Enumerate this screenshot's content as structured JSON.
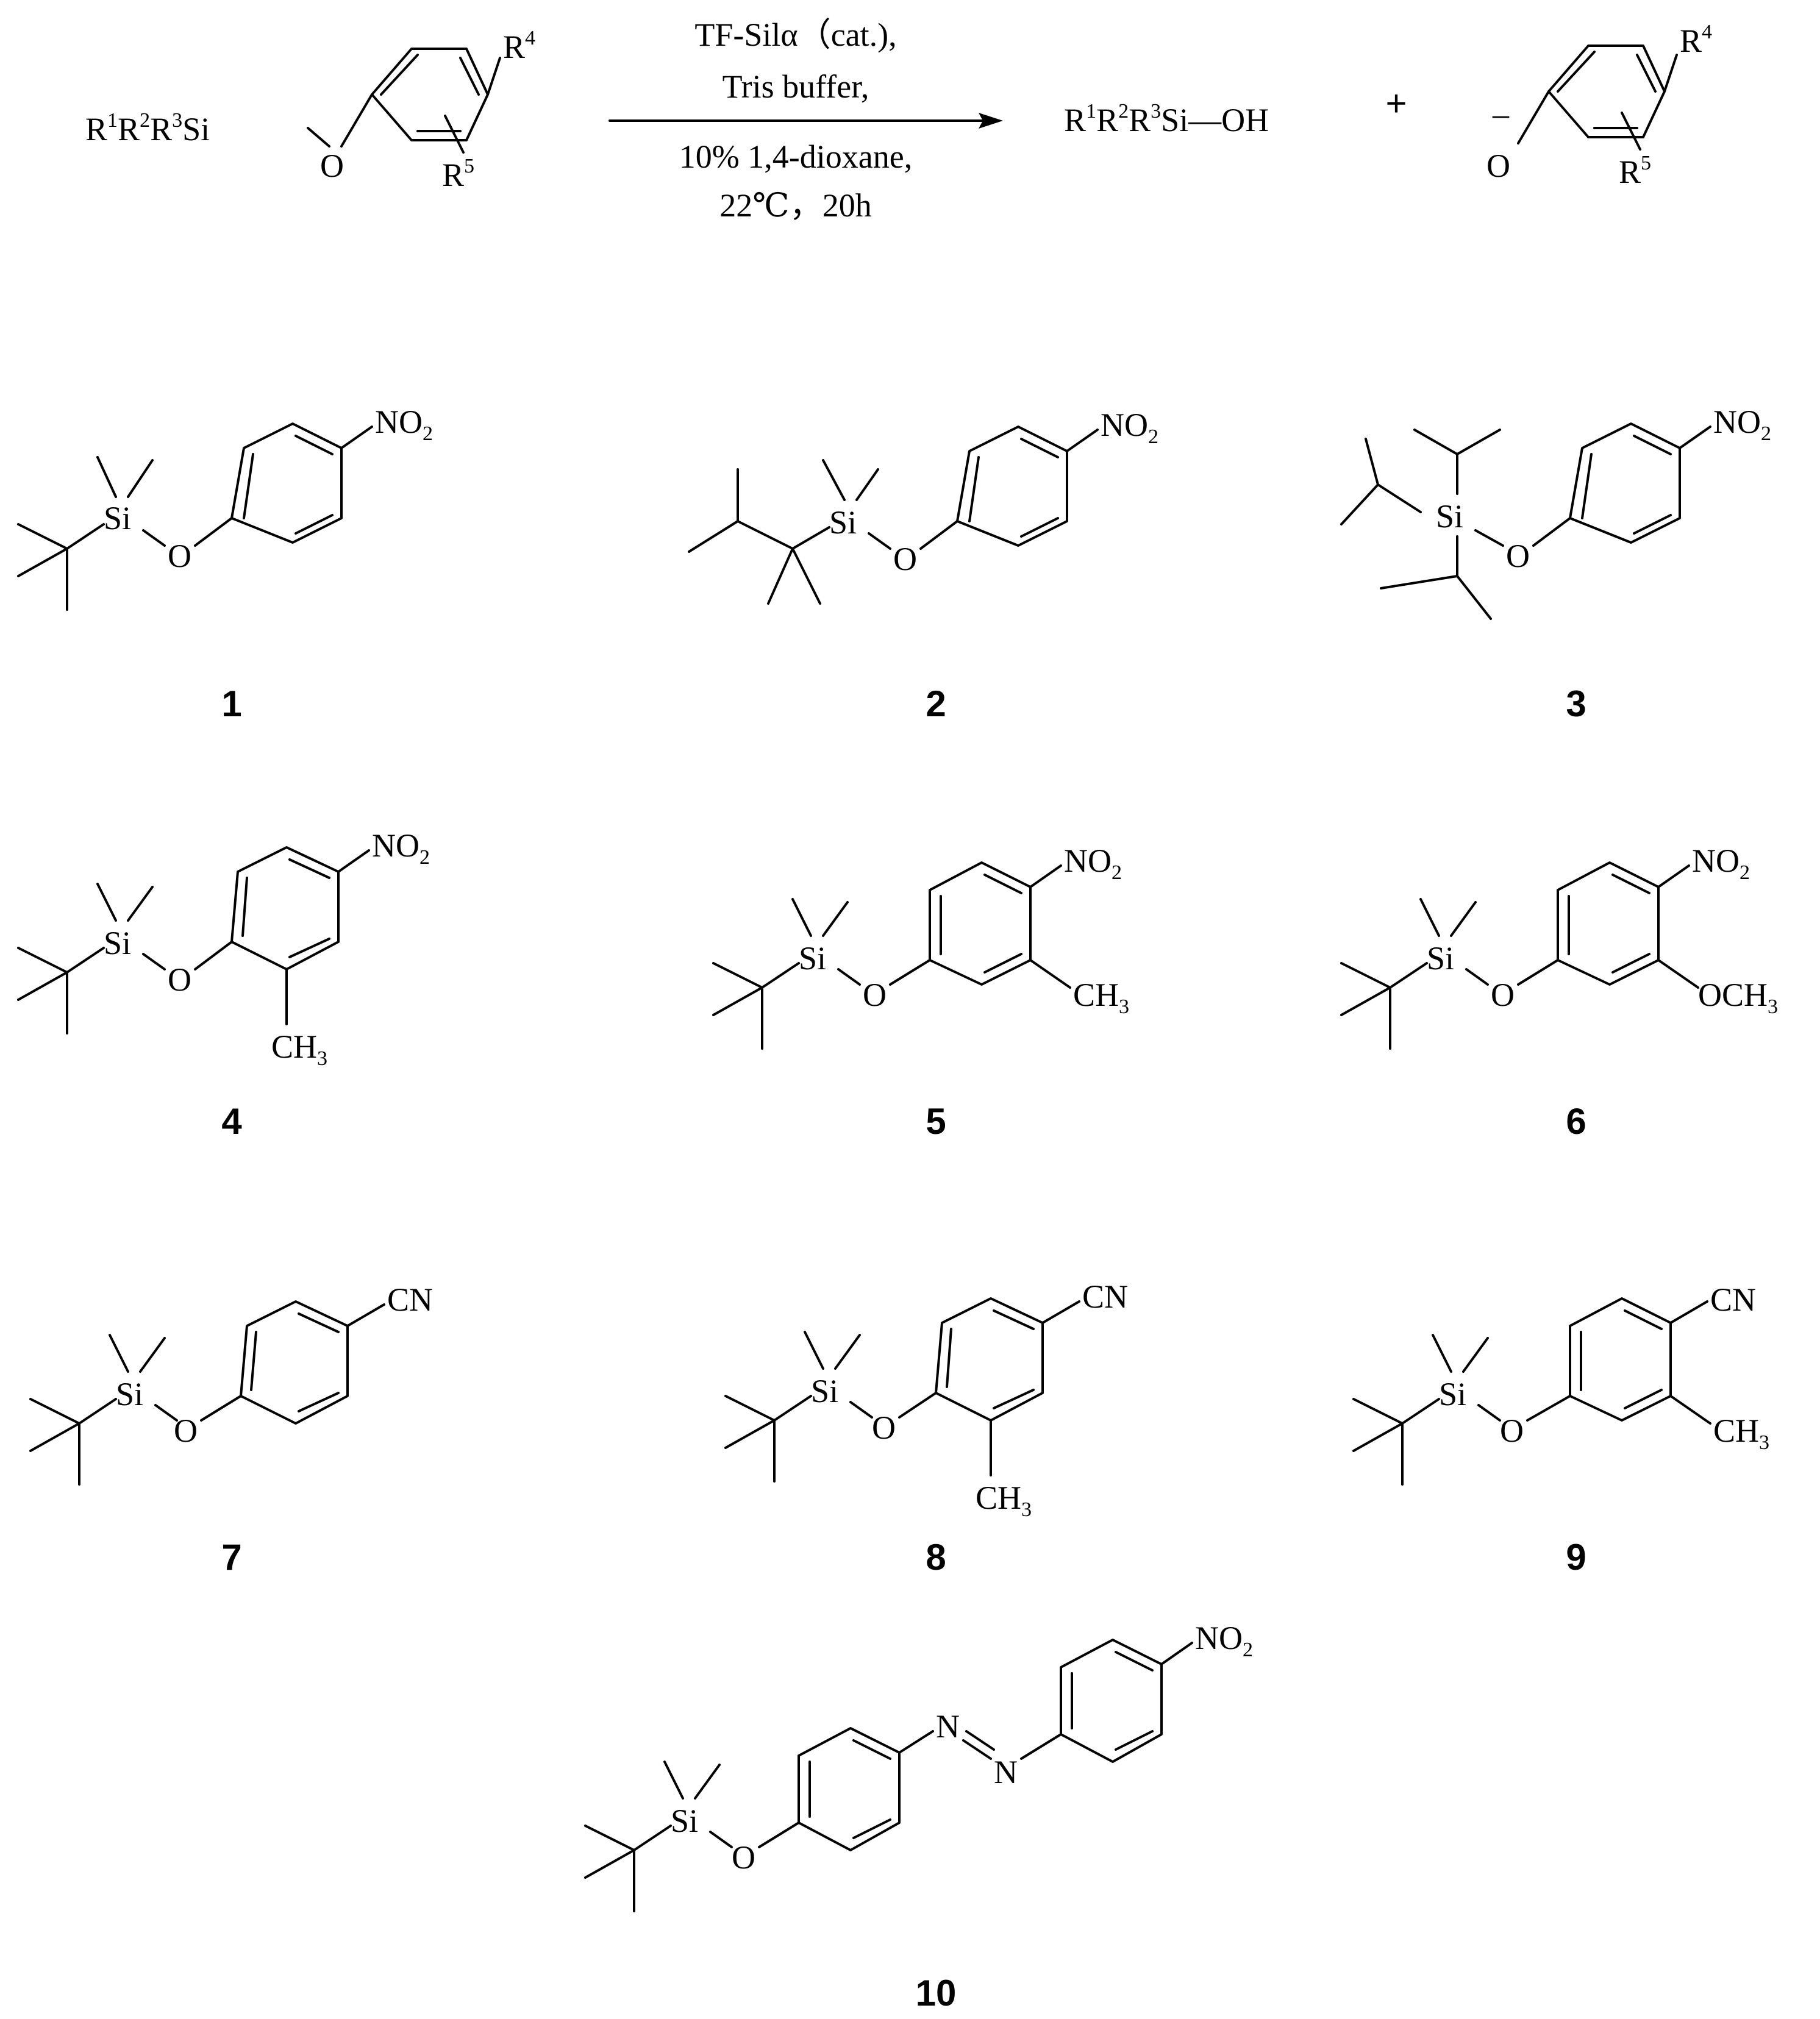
{
  "reaction": {
    "reactant": {
      "si_group": [
        "R",
        "1",
        "R",
        "2",
        "R",
        "3",
        "Si"
      ],
      "o": "O",
      "r4": [
        "R",
        "4"
      ],
      "r5": [
        "R",
        "5"
      ]
    },
    "conditions": {
      "line1": "TF-Silα（cat.),",
      "line2": "Tris buffer,",
      "line3": "10% 1,4-dioxane,",
      "line4": "22℃，20h"
    },
    "product1": [
      "R",
      "1",
      "R",
      "2",
      "R",
      "3",
      "Si",
      "—OH"
    ],
    "plus": "+",
    "product2": {
      "charge": "–",
      "o": "O",
      "r4": [
        "R",
        "4"
      ],
      "r5": [
        "R",
        "5"
      ]
    }
  },
  "atoms": {
    "si": "Si",
    "o": "O",
    "n": "N",
    "no2": [
      "NO",
      "2"
    ],
    "cn": "CN",
    "ch3": [
      "CH",
      "3"
    ],
    "och3": [
      "OCH",
      "3"
    ]
  },
  "compounds": [
    {
      "label": "1"
    },
    {
      "label": "2"
    },
    {
      "label": "3"
    },
    {
      "label": "4"
    },
    {
      "label": "5"
    },
    {
      "label": "6"
    },
    {
      "label": "7"
    },
    {
      "label": "8"
    },
    {
      "label": "9"
    },
    {
      "label": "10"
    }
  ]
}
